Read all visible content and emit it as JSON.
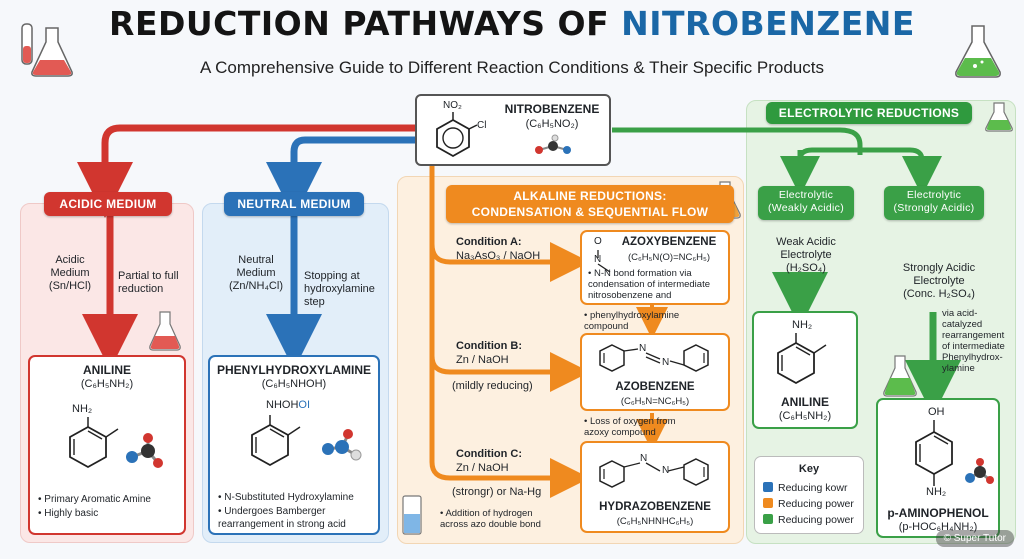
{
  "header": {
    "title_part1": "REDUCTION PATHWAYS OF ",
    "title_part2": "NITROBENZENE",
    "subtitle": "A Comprehensive Guide to Different Reaction Conditions & Their Specific Products"
  },
  "start": {
    "name": "NITROBENZENE",
    "formula": "(C₆H₅NO₂)",
    "label_no2": "NO₂",
    "label_cl": "Cl"
  },
  "acidic": {
    "header": "ACIDIC MEDIUM",
    "condition": "Acidic\nMedium\n(Sn/HCl)",
    "note": "Partial to full\nreduction",
    "product": "ANILINE",
    "formula": "(C₆H₅NH₂)",
    "nh2": "NH₂",
    "bullets": [
      "• Primary Aromatic Amine",
      "• Highly basic"
    ]
  },
  "neutral": {
    "header": "NEUTRAL MEDIUM",
    "condition": "Neutral\nMedium\n(Zn/NH₄Cl)",
    "note": "Stopping at\nhydroxylamine\nstep",
    "product": "PHENYLHYDROXYLAMINE",
    "formula": "(C₆H₅NHOH)",
    "nhoh_a": "NHOH",
    "nhoh_b": "OI",
    "bullets": [
      "• N-Substituted Hydroxylamine",
      "• Undergoes Bamberger\n  rearrangement in strong acid"
    ]
  },
  "alkaline": {
    "header": "ALKALINE REDUCTIONS:\nCONDENSATION & SEQUENTIAL FLOW",
    "condA_title": "Condition A:",
    "condA_reagent": "Na₃AsO₃ / NaOH",
    "azoxy_name": "AZOXYBENZENE",
    "azoxy_formula": "(C₆H₅N(O)=NC₆H₅)",
    "azoxy_bullet": "• N-N bond formation via\n  condensation of intermediate\n  nitrosobenzene and",
    "azoxy_cont": "• phenylhydroxylamine\n  compound",
    "azoxy_o": "O",
    "azoxy_n": "N",
    "condB_title": "Condition B:",
    "condB_reagent": "Zn / NaOH",
    "condB_note": "(mildly reducing)",
    "azo_name": "AZOBENZENE",
    "azo_formula": "(C₆H₅N=NC₆H₅)",
    "azo_bullet": "• Loss of oxygen from\n  azoxy compound",
    "azo_n": "N",
    "condC_title": "Condition C:",
    "condC_reagent": "Zn / NaOH",
    "condC_note": "(strongr) or Na-Hg",
    "hydrazo_bullet": "• Addition of hydrogen\n  across azo double bond",
    "hydrazo_name": "HYDRAZOBENZENE",
    "hydrazo_formula": "(C₆H₅NHNHC₆H₅)",
    "hydrazo_n": "N"
  },
  "electrolytic": {
    "header": "ELECTROLYTIC REDUCTIONS",
    "weak_pill": "Electrolytic\n(Weakly Acidic)",
    "strong_pill": "Electrolytic\n(Strongly Acidic)",
    "weak_condition": "Weak Acidic\nElectrolyte\n(H₂SO₄)",
    "strong_condition": "Strongly Acidic\nElectrolyte\n(Conc. H₂SO₄)",
    "strong_note": "via acid-\ncatalyzed\nrearrangement\nof intermediate\nPhenylhydrox-\nylamine",
    "weak_product": "ANILINE",
    "weak_formula": "(C₆H₅NH₂)",
    "weak_nh2": "NH₂",
    "strong_product": "p-AMINOPHENOL",
    "strong_formula": "(p-HOC₆H₄NH₂)",
    "oh": "OH",
    "nh2": "NH₂"
  },
  "key": {
    "title": "Key",
    "items": [
      {
        "label": "Reducing kowr",
        "color": "#2b72b8"
      },
      {
        "label": "Reducing power",
        "color": "#ef8a1f"
      },
      {
        "label": "Reducing power",
        "color": "#3aa047"
      }
    ]
  },
  "watermark": "© Super Tutor"
}
